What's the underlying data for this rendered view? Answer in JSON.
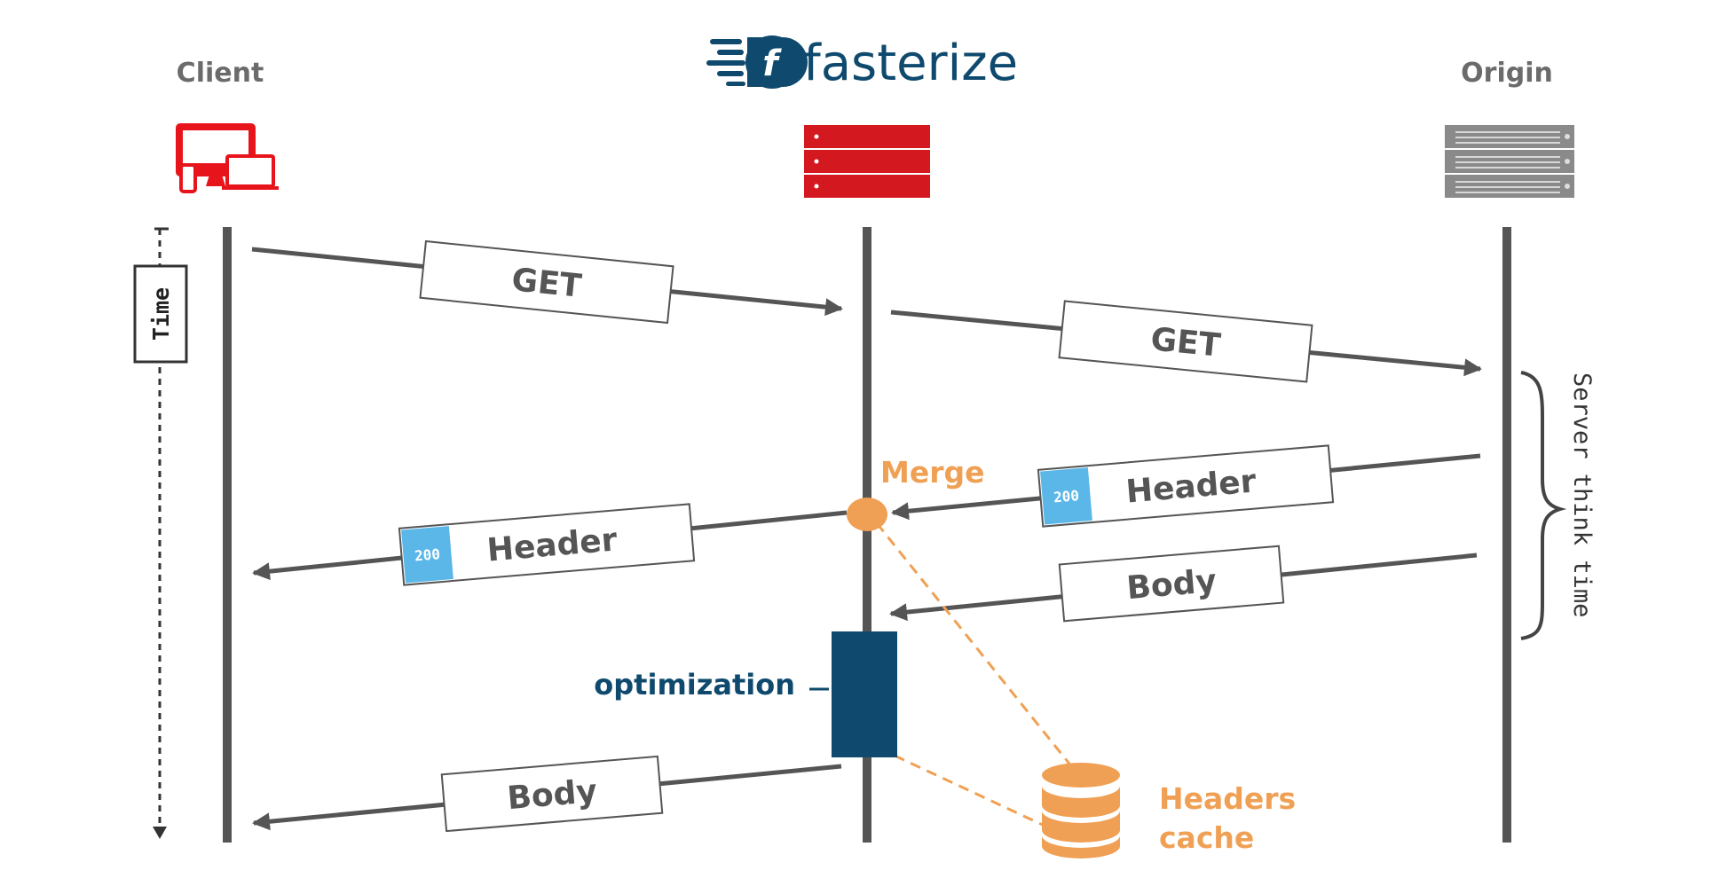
{
  "brand": {
    "name": "fasterize",
    "icon": "fasterize-logo-icon",
    "color": "#0f4a6e"
  },
  "columns": {
    "client": "Client",
    "origin": "Origin"
  },
  "time_axis": {
    "label": "Time"
  },
  "server_think_time": "Server think time",
  "messages": {
    "get_client": "GET",
    "get_fasterize": "GET",
    "header_origin": "Header",
    "header_origin_code": "200",
    "body_origin": "Body",
    "header_client": "Header",
    "header_client_code": "200",
    "body_client": "Body"
  },
  "annotations": {
    "merge": "Merge",
    "optimization": "optimization",
    "headers_cache_line1": "Headers",
    "headers_cache_line2": "cache"
  },
  "colors": {
    "client_red": "#e8141c",
    "server_red": "#d41820",
    "origin_gray": "#8a8a8a",
    "timeline": "#555555",
    "badge_blue": "#5bb7e8",
    "merge_orange": "#f0a054",
    "optimization_blue": "#0f4a6e"
  }
}
